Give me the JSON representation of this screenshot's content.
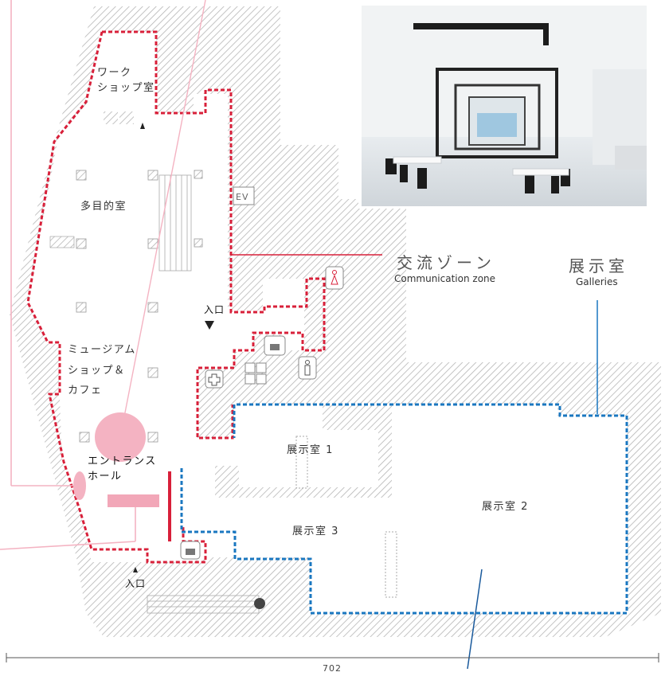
{
  "rooms": {
    "workshop_l1": "ワーク",
    "workshop_l2": "ショップ室",
    "multipurpose": "多目的室",
    "museum_shop_l1": "ミュージアム",
    "museum_shop_l2": "ショップ＆",
    "museum_shop_l3": "カフェ",
    "entrance_hall_l1": "エントランス",
    "entrance_hall_l2": "ホール",
    "gallery1": "展示室 1",
    "gallery2": "展示室 2",
    "gallery3": "展示室 3"
  },
  "markers": {
    "entrance_inner": "入口",
    "entrance_main": "入口",
    "elevator": "EV"
  },
  "zones": {
    "communication": {
      "ja": "交流ゾーン",
      "en": "Communication zone",
      "color": "#d8203a"
    },
    "galleries": {
      "ja": "展示室",
      "en": "Galleries",
      "color": "#1a77c0"
    }
  },
  "scale": {
    "value": "702"
  },
  "colors": {
    "hatch": "#b5b5b5",
    "pink": "#f4b3c2",
    "pink_fill": "#f2a7b8"
  }
}
